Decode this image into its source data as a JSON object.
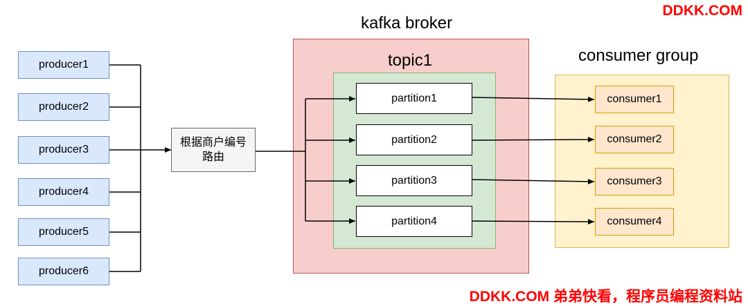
{
  "watermark_top": "DDKK.COM",
  "watermark_bottom": "DDKK.COM 弟弟快看，程序员编程资料站",
  "broker_title": "kafka broker",
  "topic_title": "topic1",
  "group_title": "consumer group",
  "router": {
    "line1": "根据商户编号",
    "line2": "路由"
  },
  "producers": [
    "producer1",
    "producer2",
    "producer3",
    "producer4",
    "producer5",
    "producer6"
  ],
  "partitions": [
    "partition1",
    "partition2",
    "partition3",
    "partition4"
  ],
  "consumers": [
    "consumer1",
    "consumer2",
    "consumer3",
    "consumer4"
  ]
}
